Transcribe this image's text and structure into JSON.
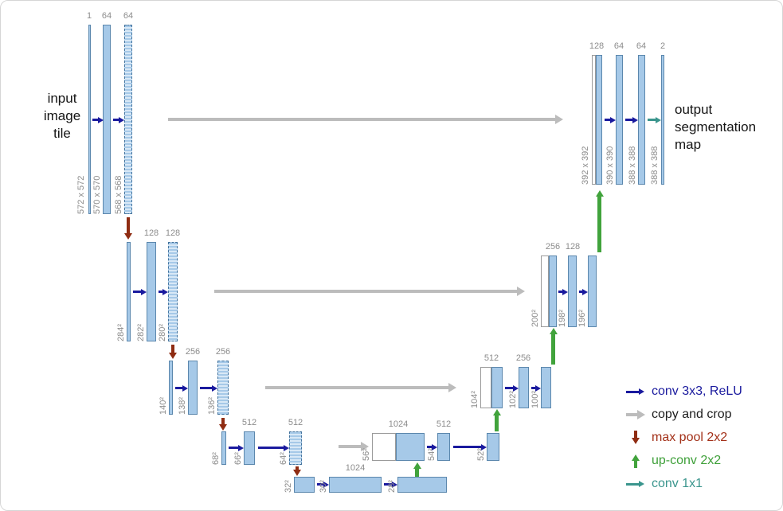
{
  "diagram": {
    "input_label": "input\nimage\ntile",
    "output_label": "output\nsegmentation\nmap"
  },
  "encoder": {
    "l1": {
      "channels": [
        "1",
        "64",
        "64"
      ],
      "dims": [
        "572 x 572",
        "570 x 570",
        "568 x 568"
      ]
    },
    "l2": {
      "channels": [
        "128",
        "128"
      ],
      "dims": [
        "284²",
        "282²",
        "280²"
      ]
    },
    "l3": {
      "channels": [
        "256",
        "256"
      ],
      "dims": [
        "140²",
        "138²",
        "136²"
      ]
    },
    "l4": {
      "channels": [
        "512",
        "512"
      ],
      "dims": [
        "68²",
        "66²",
        "64²"
      ]
    }
  },
  "bottleneck": {
    "channels": [
      "1024"
    ],
    "dims": [
      "32²",
      "30²",
      "28²"
    ]
  },
  "decoder": {
    "l4": {
      "channels": [
        "1024",
        "512"
      ],
      "dims": [
        "56²",
        "54²",
        "52²"
      ]
    },
    "l3": {
      "channels": [
        "512",
        "256"
      ],
      "dims": [
        "104²",
        "102²",
        "100²"
      ]
    },
    "l2": {
      "channels": [
        "256",
        "128"
      ],
      "dims": [
        "200²",
        "198²",
        "196²"
      ]
    },
    "l1": {
      "channels": [
        "128",
        "64",
        "64",
        "2"
      ],
      "dims": [
        "392 x 392",
        "390 x 390",
        "388 x 388",
        "388 x 388"
      ]
    }
  },
  "legend": [
    {
      "label": "conv 3x3, ReLU",
      "color": "#1a1a9e"
    },
    {
      "label": "copy and crop",
      "color": "#bcbcbc"
    },
    {
      "label": "max pool 2x2",
      "color": "#8f2c12"
    },
    {
      "label": "up-conv 2x2",
      "color": "#41a33c"
    },
    {
      "label": "conv 1x1",
      "color": "#3a958d"
    }
  ],
  "colors": {
    "feature_box": "#a6c9e8",
    "conv_arrow": "#1a1a9e",
    "copy_arrow": "#bcbcbc",
    "pool_arrow": "#8f2c12",
    "upconv_arrow": "#41a33c",
    "conv1x1_arrow": "#3a958d",
    "label_gray": "#8c8c8c"
  }
}
